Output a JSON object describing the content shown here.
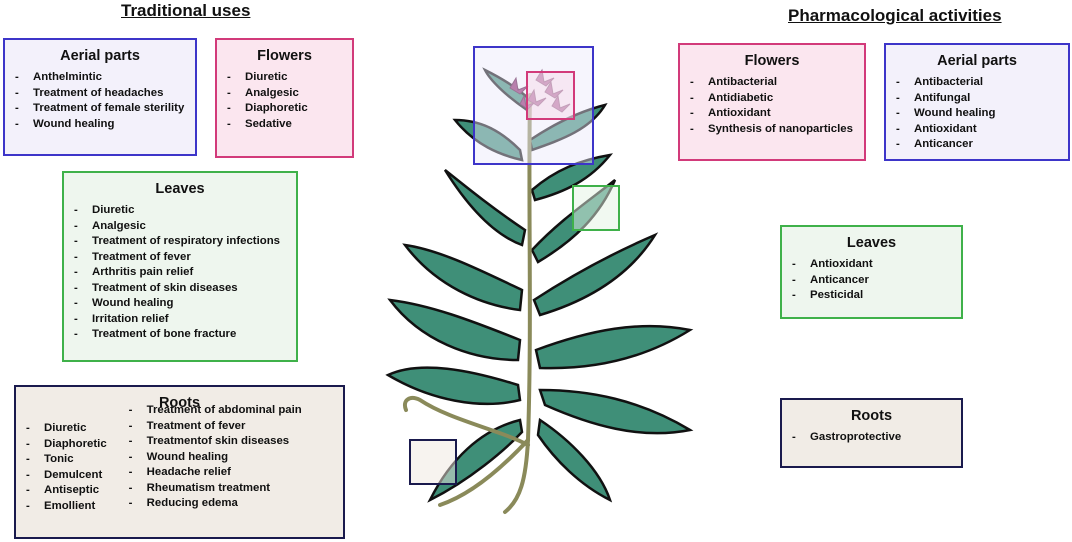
{
  "traditional": {
    "heading": "Traditional uses",
    "aerial": {
      "title": "Aerial parts",
      "items": [
        "Anthelmintic",
        "Treatment of headaches",
        "Treatment of female sterility",
        "Wound healing"
      ]
    },
    "flowers": {
      "title": "Flowers",
      "items": [
        "Diuretic",
        "Analgesic",
        "Diaphoretic",
        "Sedative"
      ]
    },
    "leaves": {
      "title": "Leaves",
      "items": [
        "Diuretic",
        "Analgesic",
        "Treatment of respiratory infections",
        "Treatment of fever",
        "Arthritis pain relief",
        "Treatment of skin diseases",
        "Wound healing",
        "Irritation relief",
        "Treatment of bone fracture"
      ]
    },
    "roots": {
      "title": "Roots",
      "col1": [
        "Diuretic",
        "Diaphoretic",
        "Tonic",
        "Demulcent",
        "Antiseptic",
        "Emollient"
      ],
      "col2": [
        "Treatment of abdominal pain",
        "Treatment of fever",
        "Treatmentof skin diseases",
        "Wound healing",
        "Headache relief",
        "Rheumatism treatment",
        "Reducing edema"
      ]
    }
  },
  "pharmacological": {
    "heading": "Pharmacological activities",
    "flowers": {
      "title": "Flowers",
      "items": [
        "Antibacterial",
        "Antidiabetic",
        "Antioxidant",
        "Synthesis of nanoparticles"
      ]
    },
    "aerial": {
      "title": "Aerial parts",
      "items": [
        "Antibacterial",
        "Antifungal",
        "Wound healing",
        "Antioxidant",
        "Anticancer"
      ]
    },
    "leaves": {
      "title": "Leaves",
      "items": [
        "Antioxidant",
        "Anticancer",
        "Pesticidal"
      ]
    },
    "roots": {
      "title": "Roots",
      "items": [
        "Gastroprotective"
      ]
    }
  },
  "colors": {
    "aerial": "#3d35c9",
    "flowers": "#d23a7a",
    "leaves": "#3fb14a",
    "roots": "#1a1a4d",
    "leaf_fill": "#3f8f78",
    "stem": "#8a8a5a",
    "flower": "#8e2a6e"
  }
}
